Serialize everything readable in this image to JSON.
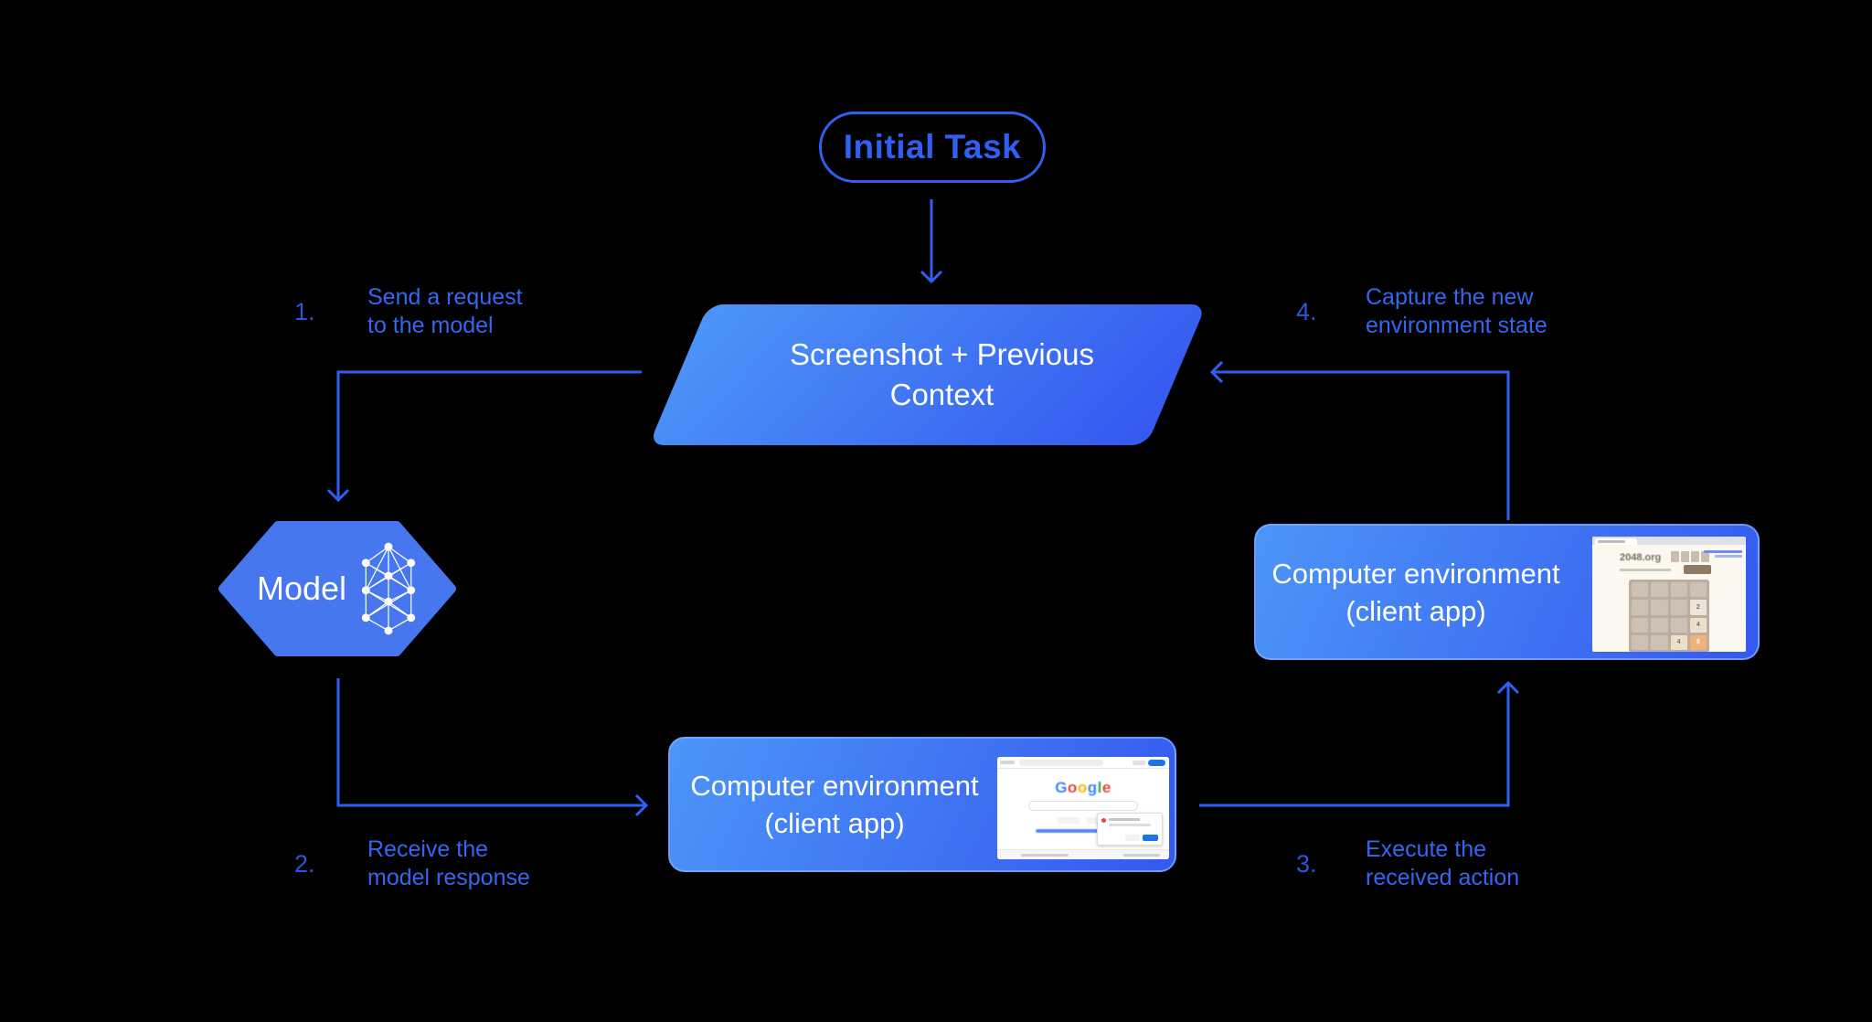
{
  "colors": {
    "accent": "#3060F2",
    "grad_start": "#4C95F8",
    "grad_end": "#3558EF",
    "hex_fill": "#4777EE",
    "step_text": "#3566F2",
    "step_num": "#2C55DD",
    "g_blue": "#4285F4",
    "g_red": "#EA4335",
    "g_yellow": "#FBBC05",
    "g_green": "#34A853",
    "g_link": "#1A73E8",
    "t_frame": "#BBADA0",
    "t_cell": "#CDC1B4",
    "t_2": "#EEE4DA",
    "t_4": "#EDE0C8",
    "t_8": "#F2B179",
    "t_dark": "#776E65",
    "t_btn": "#8F7A66",
    "t_cream": "#FAF8EF"
  },
  "initial_task": {
    "label": "Initial Task"
  },
  "parallelogram": {
    "line1": "Screenshot + Previous",
    "line2": "Context"
  },
  "model": {
    "label": "Model",
    "icon": "neural-network-icon"
  },
  "env_bottom": {
    "line1": "Computer environment",
    "line2": "(client app)",
    "thumbnail": "google-search-screenshot"
  },
  "env_right": {
    "line1": "Computer environment",
    "line2": "(client app)",
    "thumbnail": "2048-game-screenshot"
  },
  "steps": [
    {
      "num": "1.",
      "line1": "Send a request",
      "line2": "to the model"
    },
    {
      "num": "2.",
      "line1": "Receive the",
      "line2": "model response"
    },
    {
      "num": "3.",
      "line1": "Execute the",
      "line2": "received action"
    },
    {
      "num": "4.",
      "line1": "Capture the new",
      "line2": "environment state"
    }
  ],
  "mini_google": {
    "logo_letters": [
      {
        "ch": "G"
      },
      {
        "ch": "o"
      },
      {
        "ch": "o"
      },
      {
        "ch": "g"
      },
      {
        "ch": "l"
      },
      {
        "ch": "e"
      }
    ]
  },
  "mini_2048": {
    "title": "2048.org",
    "tiles": {
      "row2_col4": "2",
      "row3_col4": "4",
      "row4_col3": "4",
      "row4_col4": "8"
    }
  }
}
